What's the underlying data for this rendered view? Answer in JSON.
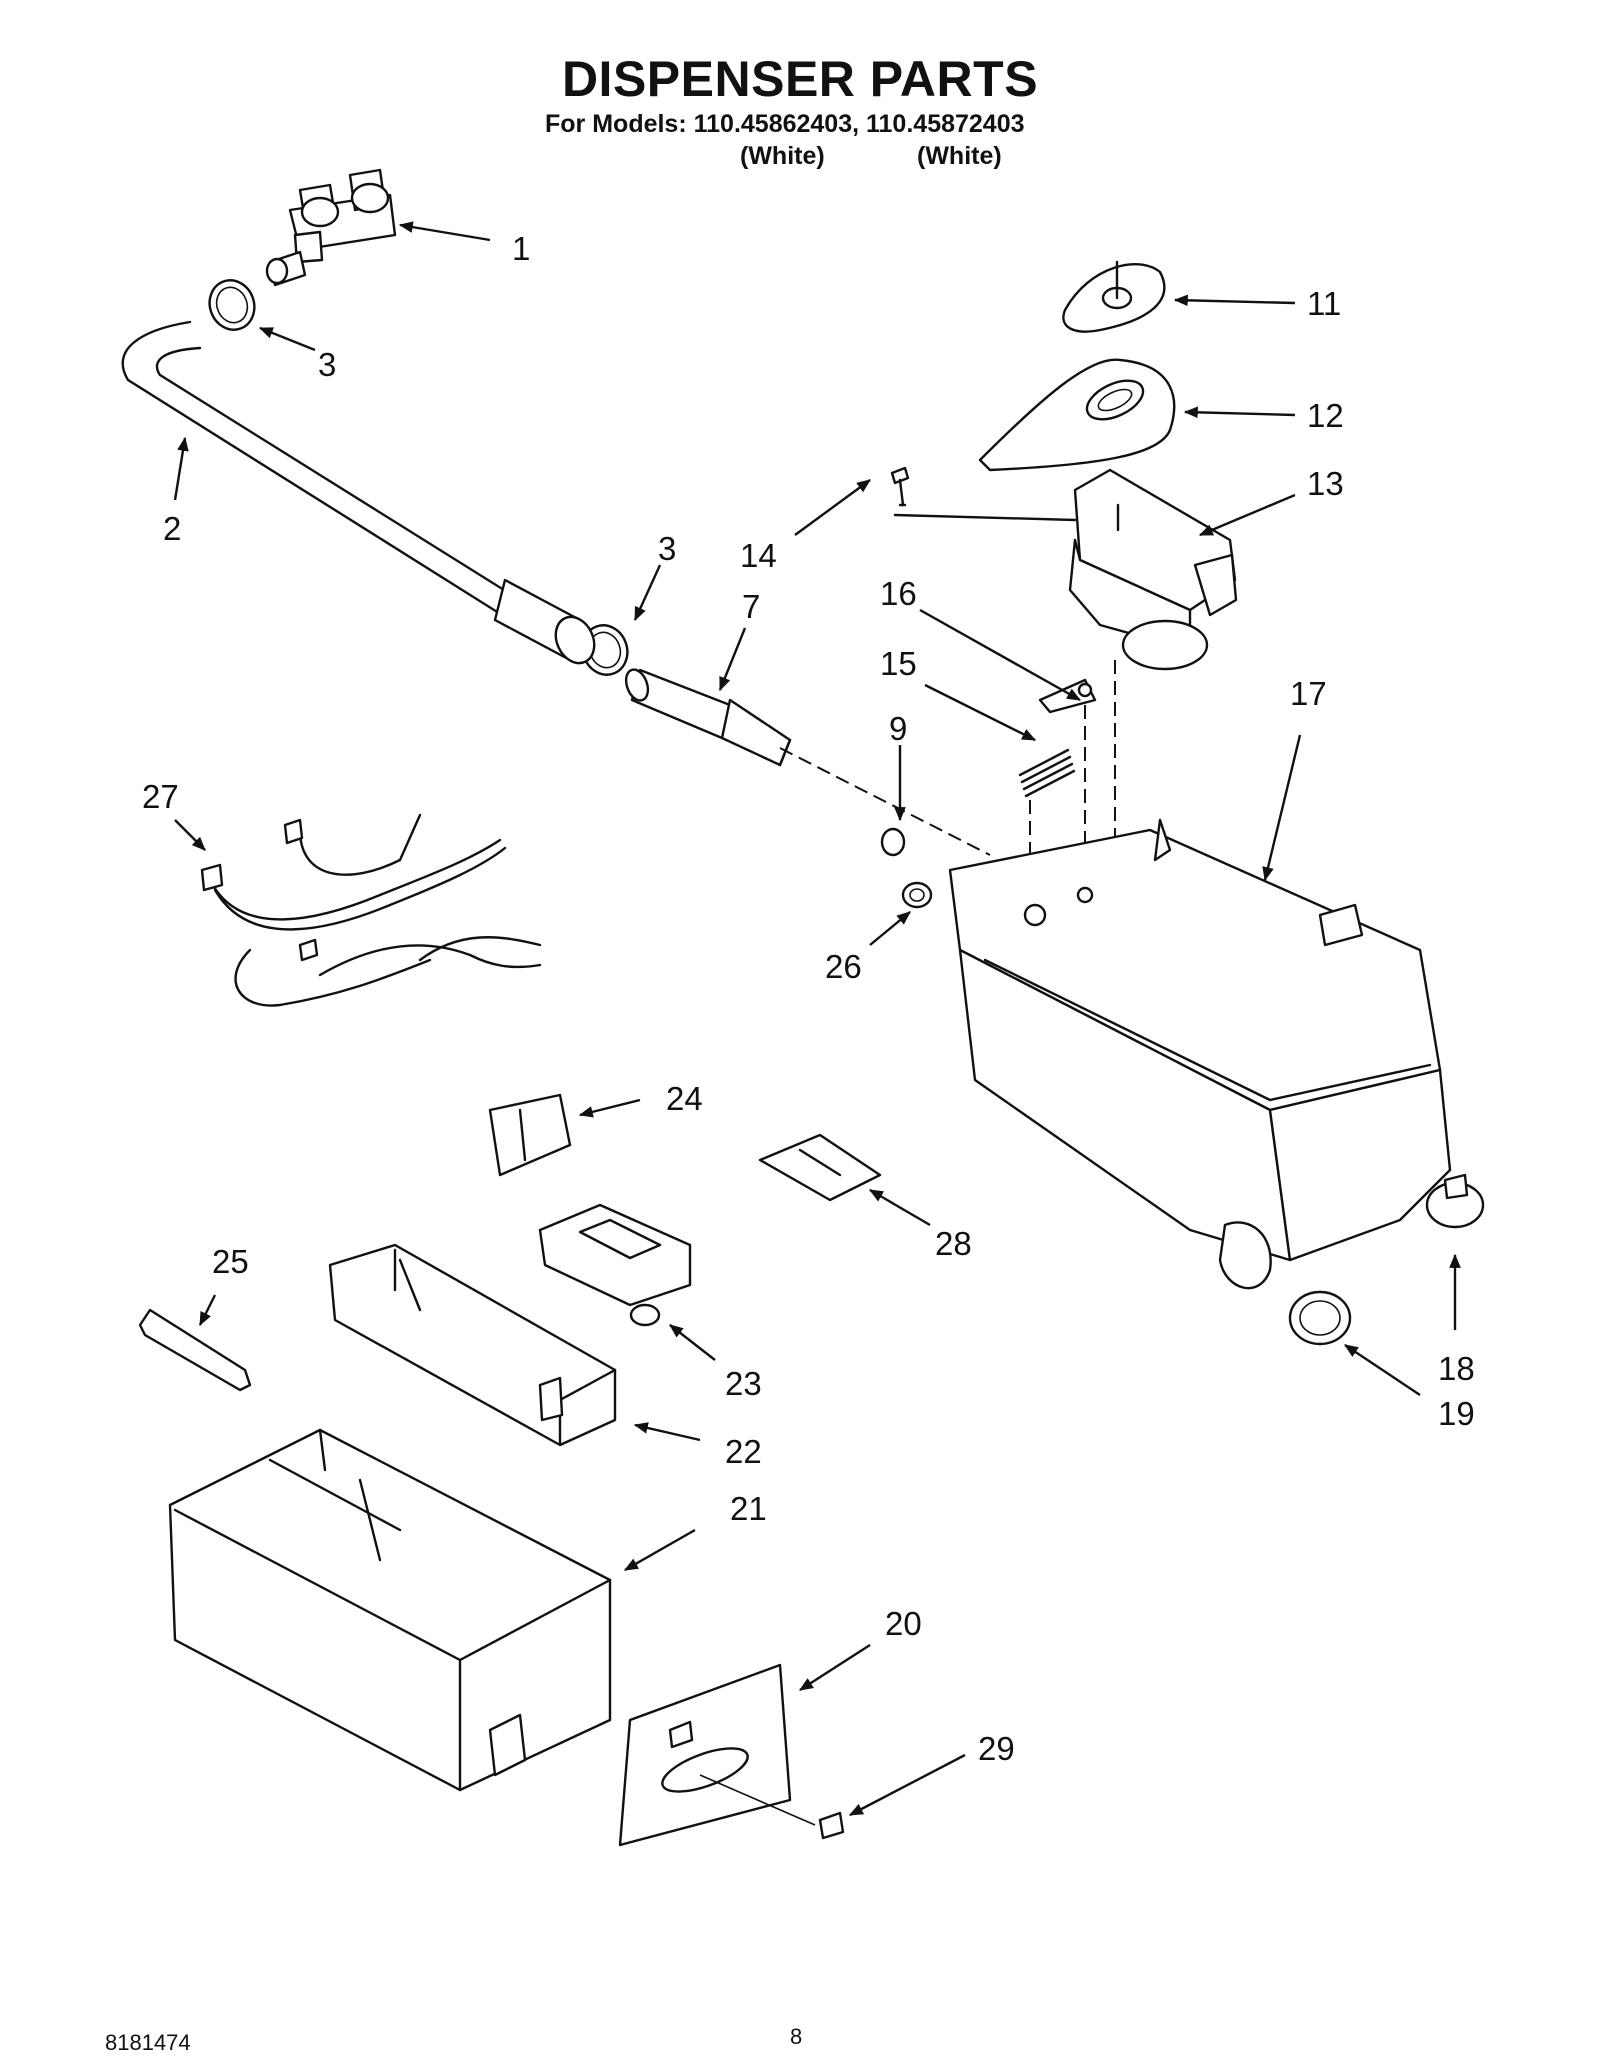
{
  "header": {
    "title": "DISPENSER PARTS",
    "models_line": "For Models: 110.45862403, 110.45872403",
    "color_a": "(White)",
    "color_b": "(White)"
  },
  "footer": {
    "doc_number": "8181474",
    "page_number": "8"
  },
  "callouts": {
    "c1": "1",
    "c2": "2",
    "c3a": "3",
    "c3b": "3",
    "c7": "7",
    "c9": "9",
    "c11": "11",
    "c12": "12",
    "c13": "13",
    "c14": "14",
    "c15": "15",
    "c16": "16",
    "c17": "17",
    "c18": "18",
    "c19": "19",
    "c20": "20",
    "c21": "21",
    "c22": "22",
    "c23": "23",
    "c24": "24",
    "c25": "25",
    "c26": "26",
    "c27": "27",
    "c28": "28",
    "c29": "29"
  }
}
